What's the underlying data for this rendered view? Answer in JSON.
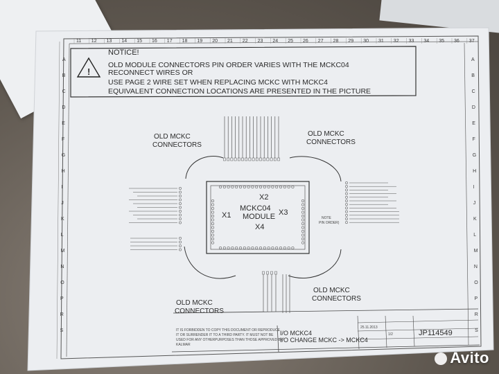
{
  "notice": {
    "title": "NOTICE!",
    "lines": [
      "OLD MODULE CONNECTORS PIN ORDER VARIES WITH THE MCKC04",
      "RECONNECT WIRES OR",
      "USE PAGE 2 WIRE SET WHEN REPLACING MCKC WITH MCKC4",
      "EQUIVALENT CONNECTION LOCATIONS ARE PRESENTED IN THE PICTURE"
    ]
  },
  "labels": {
    "old_connectors_line1": "OLD MCKC",
    "old_connectors_line2": "CONNECTORS",
    "module_line1": "MCKC04",
    "module_line2": "MODULE",
    "x1": "X1",
    "x2": "X2",
    "x3": "X3",
    "x4": "X4",
    "pin_order_line1": "NOTE",
    "pin_order_line2": "PIN ORDER)"
  },
  "column_numbers": [
    "11",
    "12",
    "13",
    "14",
    "15",
    "16",
    "17",
    "18",
    "19",
    "20",
    "21",
    "22",
    "23",
    "24",
    "25",
    "26",
    "27",
    "28",
    "29",
    "30",
    "31",
    "32",
    "33",
    "34",
    "35",
    "36",
    "37"
  ],
  "row_letters_left": [
    "A",
    "B",
    "C",
    "D",
    "E",
    "F",
    "G",
    "H",
    "I",
    "J",
    "K",
    "L",
    "M",
    "N",
    "O",
    "P",
    "R",
    "S"
  ],
  "row_letters_right": [
    "A",
    "B",
    "C",
    "D",
    "E",
    "F",
    "G",
    "H",
    "I",
    "J",
    "K",
    "L",
    "M",
    "N",
    "O",
    "P",
    "R",
    "S"
  ],
  "title_block": {
    "legal_line1": "IT IS FORBIDDEN TO COPY THIS DOCUMENT OR REPRODUCE",
    "legal_line2": "IT OR SURRENDER IT TO A THIRD PARTY. IT MUST NOT BE",
    "legal_line3": "USED FOR ANY OTHERPURPOSES THAN THOSE APPROVED BY",
    "legal_line4": "KALMAR",
    "title1": "I/O MCKC4",
    "title2": "I/O CHANGE MCKC -> MCKC4",
    "drawing_number": "JP114549",
    "date": "25.11.2013",
    "sheet": "1/2"
  },
  "watermark": "Avito",
  "colors": {
    "paper": "#eceef0",
    "ink": "#2b2b2b",
    "background": "#5e574f"
  }
}
